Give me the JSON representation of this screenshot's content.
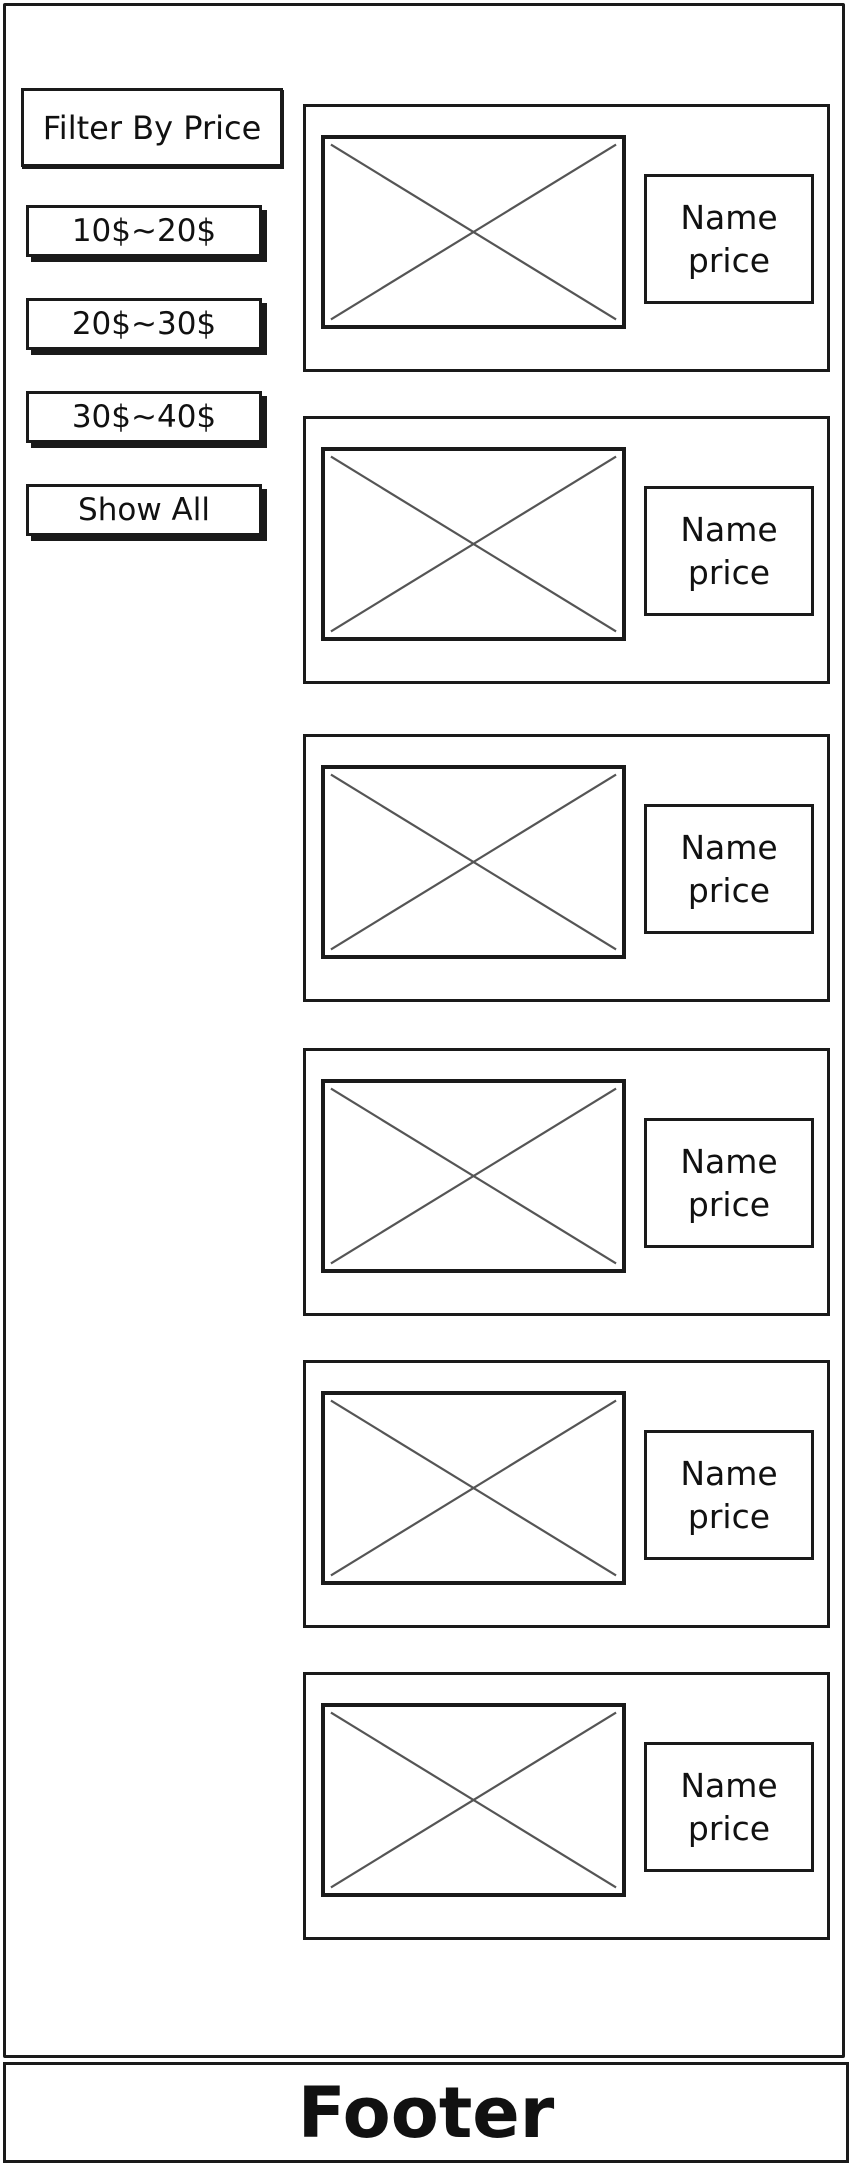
{
  "filter": {
    "title": "Filter By Price",
    "options": [
      {
        "label": "10$~20$"
      },
      {
        "label": "20$~30$"
      },
      {
        "label": "30$~40$"
      },
      {
        "label": "Show All"
      }
    ]
  },
  "products": [
    {
      "name": "Name",
      "price": "price",
      "image_icon": "image-placeholder-icon"
    },
    {
      "name": "Name",
      "price": "price",
      "image_icon": "image-placeholder-icon"
    },
    {
      "name": "Name",
      "price": "price",
      "image_icon": "image-placeholder-icon"
    },
    {
      "name": "Name",
      "price": "price",
      "image_icon": "image-placeholder-icon"
    },
    {
      "name": "Name",
      "price": "price",
      "image_icon": "image-placeholder-icon"
    },
    {
      "name": "Name",
      "price": "price",
      "image_icon": "image-placeholder-icon"
    }
  ],
  "footer": {
    "label": "Footer"
  },
  "colors": {
    "stroke": "#1a1a1a",
    "placeholder_x": "#555555",
    "background": "#ffffff"
  }
}
